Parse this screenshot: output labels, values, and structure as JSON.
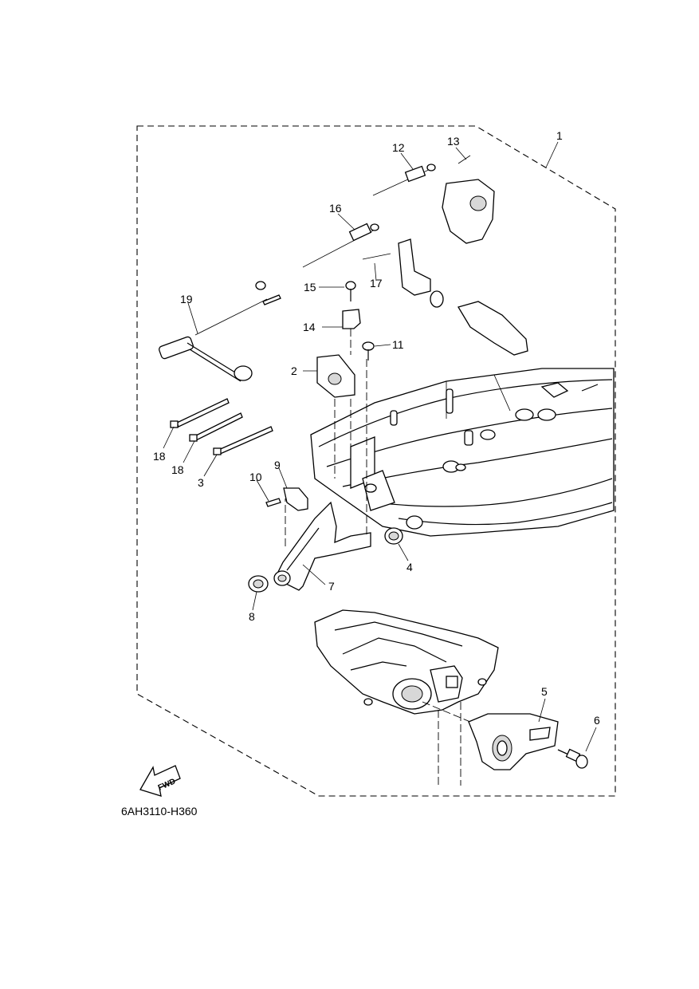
{
  "diagram_code": "6AH3110-H360",
  "fwd_label": "FWD",
  "callouts": [
    {
      "id": "c1",
      "text": "1"
    },
    {
      "id": "c2",
      "text": "2"
    },
    {
      "id": "c3",
      "text": "3"
    },
    {
      "id": "c4",
      "text": "4"
    },
    {
      "id": "c5",
      "text": "5"
    },
    {
      "id": "c6",
      "text": "6"
    },
    {
      "id": "c7",
      "text": "7"
    },
    {
      "id": "c8",
      "text": "8"
    },
    {
      "id": "c9",
      "text": "9"
    },
    {
      "id": "c10",
      "text": "10"
    },
    {
      "id": "c11",
      "text": "11"
    },
    {
      "id": "c12",
      "text": "12"
    },
    {
      "id": "c13",
      "text": "13"
    },
    {
      "id": "c14",
      "text": "14"
    },
    {
      "id": "c15",
      "text": "15"
    },
    {
      "id": "c16",
      "text": "16"
    },
    {
      "id": "c17",
      "text": "17"
    },
    {
      "id": "c18a",
      "text": "18"
    },
    {
      "id": "c18b",
      "text": "18"
    },
    {
      "id": "c19",
      "text": "19"
    }
  ]
}
